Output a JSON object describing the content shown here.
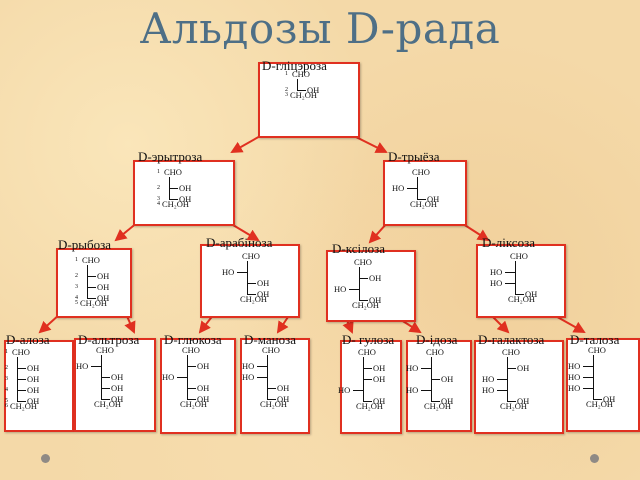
{
  "title": "Альдозы D-рада",
  "colors": {
    "title": "#4e6f86",
    "box_border": "#e03020",
    "arrow": "#e03020",
    "background": "#f4d9a8"
  },
  "nodes": {
    "glyceraldehyde": {
      "label": "D-гліцэроза"
    },
    "erythrose": {
      "label": "D-эрытроза"
    },
    "threose": {
      "label": "D-трыёза"
    },
    "ribose": {
      "label": "D-рыбоза"
    },
    "arabinose": {
      "label": "D-арабіноза"
    },
    "xylose": {
      "label": "D-ксілоза"
    },
    "lyxose": {
      "label": "D-ліксоза"
    },
    "allose": {
      "label": "D-алоза"
    },
    "altrose": {
      "label": "D-альтроза"
    },
    "glucose": {
      "label": "D-глюкоза"
    },
    "mannose": {
      "label": "D-маноза"
    },
    "gulose": {
      "label": "D- гулоза"
    },
    "idose": {
      "label": "D-ідоза"
    },
    "galactose": {
      "label": "D-галактоза"
    },
    "talose": {
      "label": "D-талоза"
    }
  },
  "formula": {
    "cho": "CHO",
    "oh": "OH",
    "ho": "HO",
    "ch2oh": "CH₂OH"
  },
  "numbers": [
    "1",
    "2",
    "3",
    "4",
    "5",
    "6"
  ],
  "structures": {
    "glyceraldehyde": [
      "R"
    ],
    "erythrose": [
      "R",
      "R"
    ],
    "threose": [
      "L",
      "R"
    ],
    "ribose": [
      "R",
      "R",
      "R"
    ],
    "arabinose": [
      "L",
      "R",
      "R"
    ],
    "xylose": [
      "R",
      "L",
      "R"
    ],
    "lyxose": [
      "L",
      "L",
      "R"
    ],
    "allose": [
      "R",
      "R",
      "R",
      "R"
    ],
    "altrose": [
      "L",
      "R",
      "R",
      "R"
    ],
    "glucose": [
      "R",
      "L",
      "R",
      "R"
    ],
    "mannose": [
      "L",
      "L",
      "R",
      "R"
    ],
    "gulose": [
      "R",
      "R",
      "L",
      "R"
    ],
    "idose": [
      "L",
      "R",
      "L",
      "R"
    ],
    "galactose": [
      "R",
      "L",
      "L",
      "R"
    ],
    "talose": [
      "L",
      "L",
      "L",
      "R"
    ]
  }
}
